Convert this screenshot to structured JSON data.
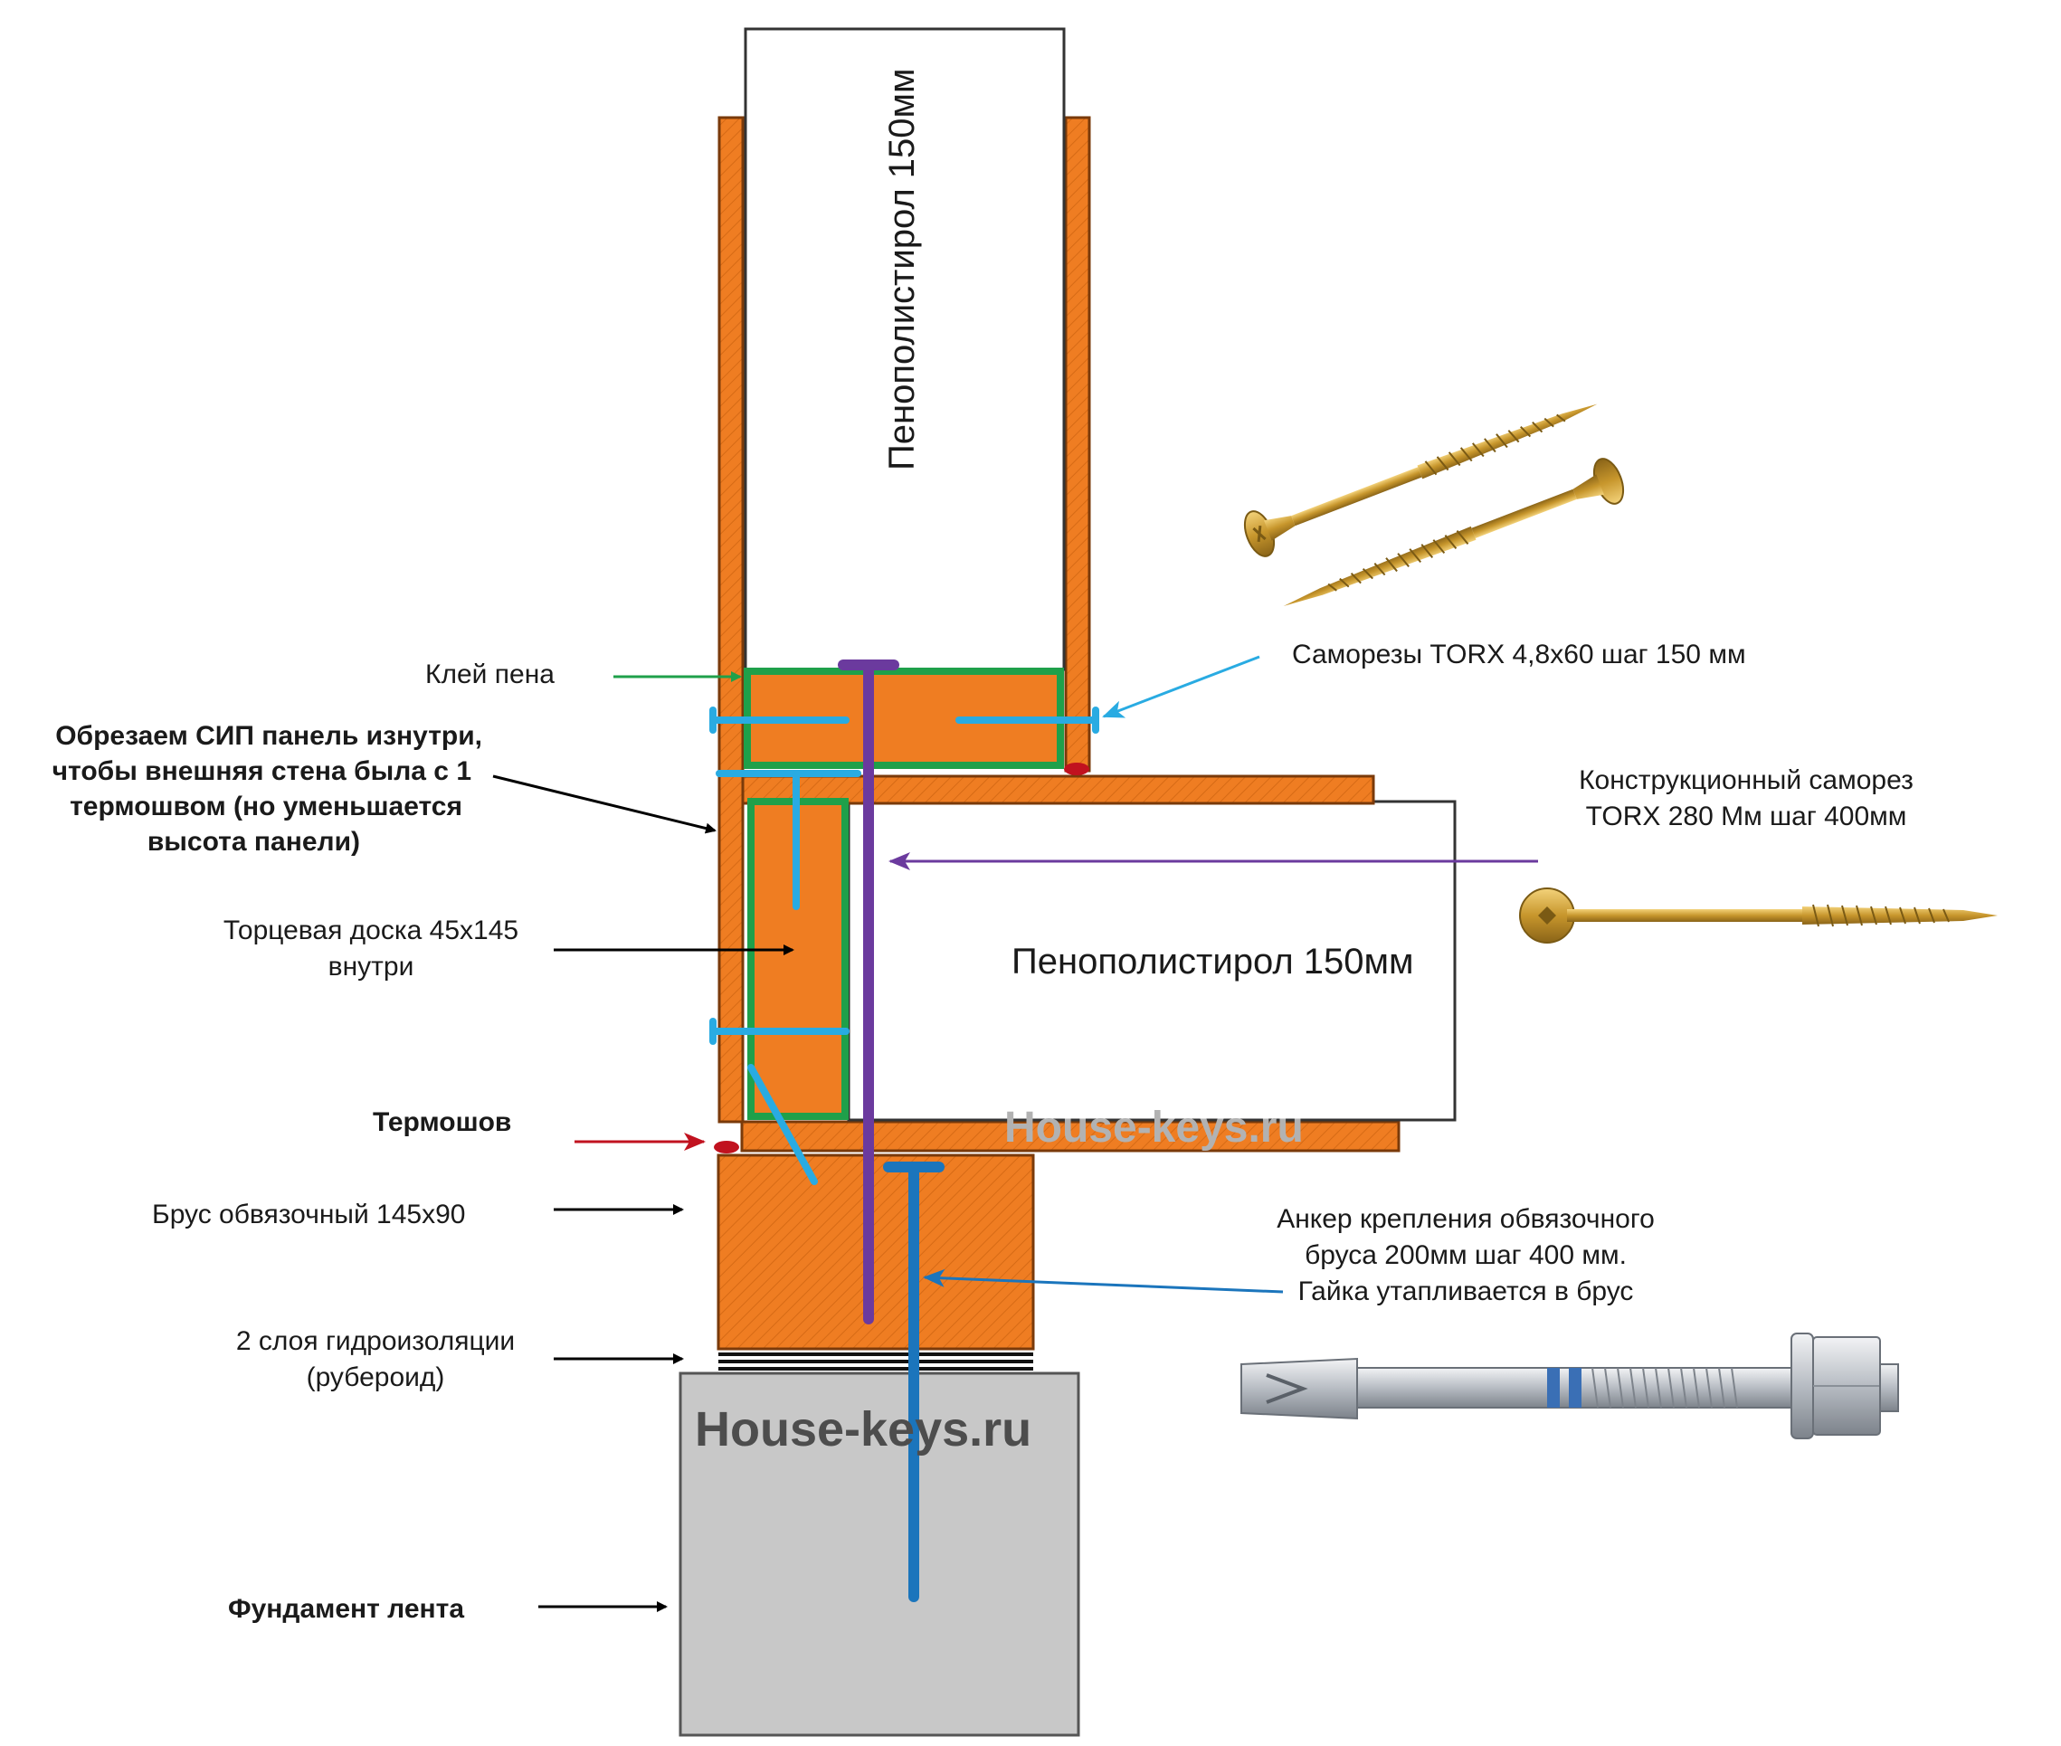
{
  "colors": {
    "wood": "#ef7d22",
    "wood_edge": "#7a3a0a",
    "osb": "#d8812e",
    "foam": "#ffffff",
    "concrete": "#c8c8c8",
    "glue_green": "#1fa04a",
    "screw_cyan": "#29abe2",
    "long_screw_purple": "#6b3a9e",
    "anchor_blue": "#1b75bc",
    "thermo_red": "#c1121f"
  },
  "icons": [
    "wood-screw-icon",
    "construction-screw-icon",
    "wedge-anchor-icon"
  ],
  "labels": {
    "foam_vertical": "Пенополистирол 150мм",
    "foam_horizontal": "Пенополистирол 150мм",
    "glue": "Клей пена",
    "cut_sip": [
      "Обрезаем СИП панель изнутри,",
      "чтобы внешняя стена была с 1",
      "термошвом (но уменьшается",
      "высота панели)"
    ],
    "end_board": [
      "Торцевая доска 45х145",
      "внутри"
    ],
    "thermo_seam": "Термошов",
    "tie_beam": "Брус обвязочный 145х90",
    "waterproofing": [
      "2 слоя гидроизоляции",
      "(рубероид)"
    ],
    "foundation": "Фундамент лента",
    "screws_torx": "Саморезы TORX 4,8х60 шаг 150 мм",
    "construction_screw": [
      "Конструкционный саморез",
      "TORX 280 Мм шаг 400мм"
    ],
    "anchor": [
      "Анкер крепления обвязочного",
      "бруса 200мм шаг 400 мм.",
      "Гайка утапливается в брус"
    ]
  },
  "watermark": "House-keys.ru"
}
